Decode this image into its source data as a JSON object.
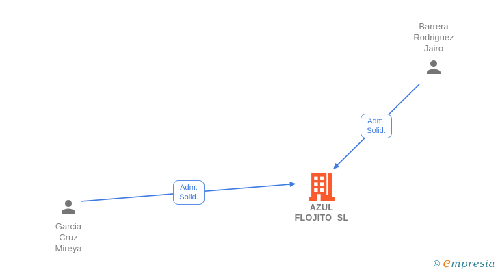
{
  "nodes": {
    "person_top": {
      "type": "person",
      "line1": "Barrera",
      "line2": "Rodriguez",
      "line3": "Jairo"
    },
    "person_left": {
      "type": "person",
      "line1": "Garcia",
      "line2": "Cruz",
      "line3": "Mireya"
    },
    "company": {
      "type": "company",
      "line1": "AZUL",
      "line2": "FLOJITO  SL"
    }
  },
  "edge_labels": {
    "top": {
      "line1": "Adm.",
      "line2": "Solid."
    },
    "left": {
      "line1": "Adm.",
      "line2": "Solid."
    }
  },
  "footer": {
    "copyright_symbol": "©",
    "brand_e": "e",
    "brand_rest": "mpresia"
  },
  "colors": {
    "edge_blue": "#3e7ae2",
    "label_border_blue": "#5b8ce6",
    "person_gray": "#757575",
    "name_text_gray": "#828282",
    "company_orange": "#fb5a2d",
    "company_text_gray": "#7a7a7a",
    "logo_teal": "#2c7f93",
    "logo_orange": "#f08119"
  }
}
